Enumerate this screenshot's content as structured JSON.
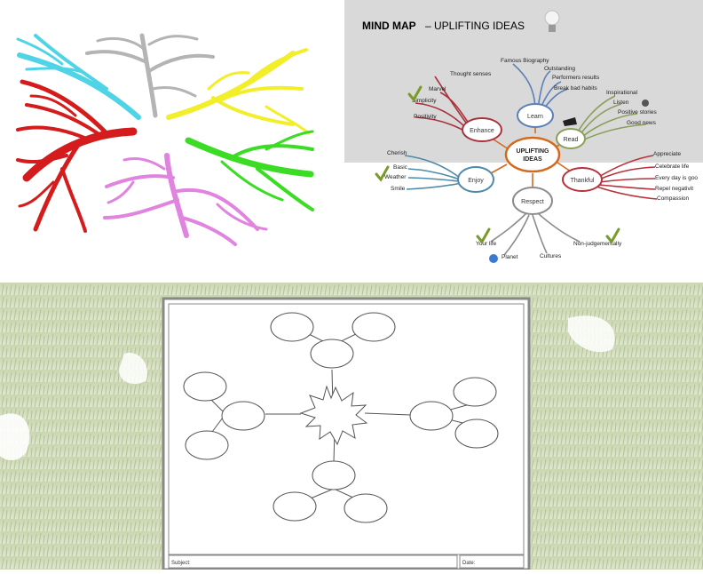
{
  "top_right": {
    "title_bold": "MIND MAP",
    "title_rest": "– UPLIFTING IDEAS",
    "center": [
      "UPLIFTING",
      "IDEAS"
    ],
    "nodes": {
      "learn": "Learn",
      "enhance": "Enhance",
      "read": "Read",
      "enjoy": "Enjoy",
      "thankful": "Thankful",
      "respect": "Respect"
    },
    "leaves": {
      "famous_biography": "Famous Biography",
      "outstanding": "Outstanding",
      "performers_results": "Performers results",
      "break_bad_habits": "Break bad habits",
      "thought_senses": "Thought senses",
      "marvel": "Marvel",
      "simplicity": "Simplicity",
      "positivity": "Positivity",
      "inspirational": "Inspirational",
      "listen": "Listen",
      "positive_stories": "Positive stories",
      "good_news": "Good news",
      "cherish": "Cherish",
      "basic": "Basic",
      "weather": "Weather",
      "smile": "Smile",
      "appreciate": "Appreciate",
      "celebrate_life": "Celebrate life",
      "every_day": "Every day is goo",
      "repel_negativity": "Repel negativit",
      "compassion": "Compassion",
      "your_life": "Your life",
      "planet": "Planet",
      "cultures": "Cultures",
      "non_judgementally": "Non-judgementally"
    },
    "colors": {
      "learn": "#5b7fb8",
      "enhance": "#a8323c",
      "read": "#8aa05a",
      "enjoy": "#4f8aa8",
      "thankful": "#b8323c",
      "respect": "#8c8c8c",
      "center": "#d46a1e"
    }
  },
  "top_left": {
    "branch_colors": {
      "cyan": "#4fd3e6",
      "gray": "#b4b4b4",
      "yellow": "#f2ee2a",
      "red": "#d41c1c",
      "green": "#3adc24",
      "pink": "#e084e0"
    }
  },
  "bottom": {
    "subject_label": "Subject:",
    "date_label": "Date:"
  }
}
